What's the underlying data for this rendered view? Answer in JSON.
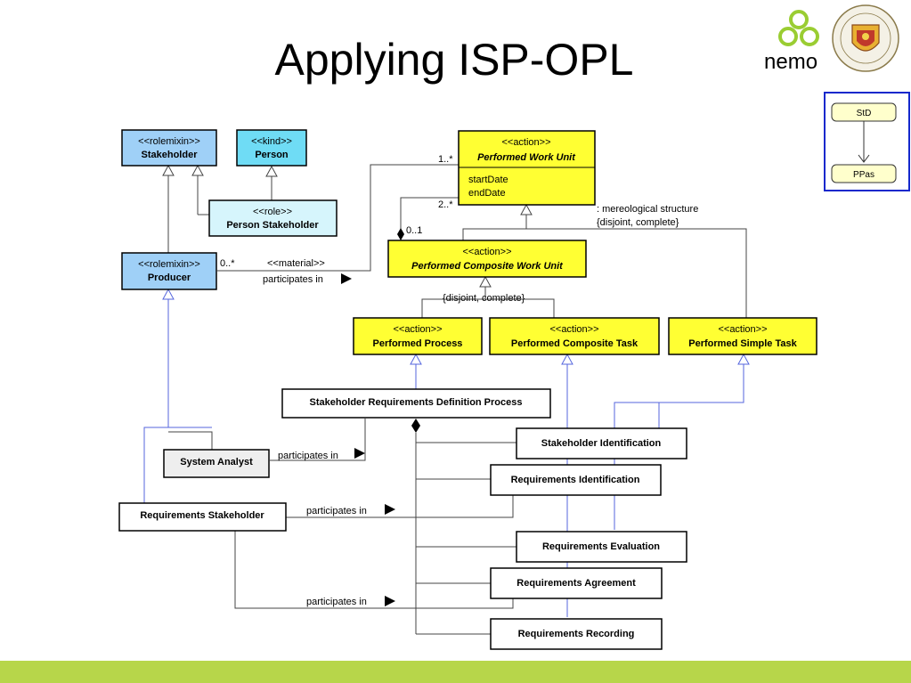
{
  "title": "Applying ISP-OPL",
  "logo": {
    "text": "nemo",
    "seal_icon": "university-seal-icon"
  },
  "colors": {
    "blue_class": "#9fd0f7",
    "cyan_class": "#6fdcf5",
    "light_cyan_class": "#d6f5fc",
    "action_yellow": "#ffff33",
    "grey_box": "#eeeeee",
    "frame_blue": "#1428cc",
    "footer_green": "#b7d64a",
    "specialization_blue": "#5566dd"
  },
  "legend": {
    "top": "StD",
    "bottom": "PPas"
  },
  "classes": {
    "stakeholder": {
      "stereotype": "<<rolemixin>>",
      "name": "Stakeholder"
    },
    "person": {
      "stereotype": "<<kind>>",
      "name": "Person"
    },
    "person_stakeholder": {
      "stereotype": "<<role>>",
      "name": "Person Stakeholder"
    },
    "producer": {
      "stereotype": "<<rolemixin>>",
      "name": "Producer"
    },
    "performed_work_unit": {
      "stereotype": "<<action>>",
      "name": "Performed Work Unit",
      "attr1": "startDate",
      "attr2": "endDate"
    },
    "performed_composite_work_unit": {
      "stereotype": "<<action>>",
      "name": "Performed Composite Work Unit"
    },
    "performed_process": {
      "stereotype": "<<action>>",
      "name": "Performed Process"
    },
    "performed_composite_task": {
      "stereotype": "<<action>>",
      "name": "Performed Composite Task"
    },
    "performed_simple_task": {
      "stereotype": "<<action>>",
      "name": "Performed Simple Task"
    }
  },
  "instances": {
    "srdp": "Stakeholder Requirements Definition Process",
    "system_analyst": "System Analyst",
    "requirements_stakeholder": "Requirements Stakeholder",
    "stakeholder_identification": "Stakeholder Identification",
    "requirements_identification": "Requirements Identification",
    "requirements_evaluation": "Requirements Evaluation",
    "requirements_agreement": "Requirements Agreement",
    "requirements_recording": "Requirements Recording"
  },
  "labels": {
    "mult_1_star": "1..*",
    "mult_2_star": "2..*",
    "mult_0_1": "0..1",
    "mult_0_star": "0..*",
    "material": "<<material>>",
    "participates_in": "participates in",
    "mereological": ": mereological structure",
    "disjoint_complete": "{disjoint, complete}"
  }
}
